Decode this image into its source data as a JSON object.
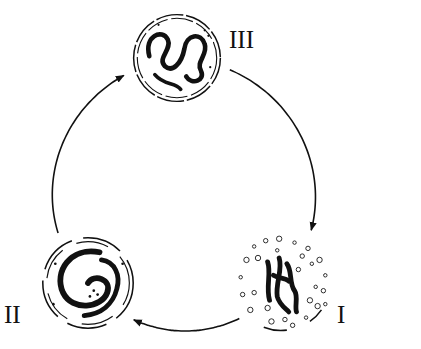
{
  "diagram": {
    "nodes": [
      {
        "text": [
          "III"
        ]
      },
      {
        "text": [
          "II"
        ]
      },
      {
        "text": [
          "I"
        ]
      }
    ],
    "edges": [
      {
        "from": 0,
        "to": 2,
        "arrow": "to"
      },
      {
        "from": 2,
        "to": 1,
        "arrow": "to"
      },
      {
        "from": 1,
        "to": 0,
        "arrow": "to"
      }
    ]
  }
}
